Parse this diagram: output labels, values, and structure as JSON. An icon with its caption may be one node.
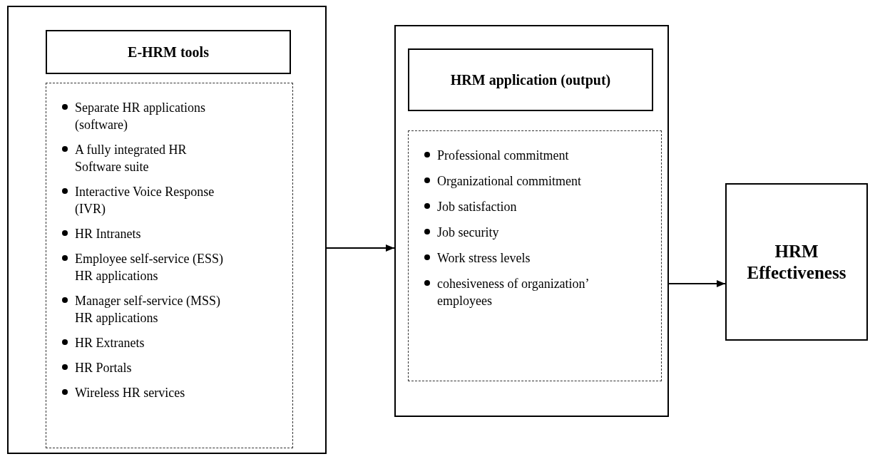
{
  "diagram": {
    "nodes": [
      {
        "text": [],
        "shape": "box"
      },
      {
        "text": [
          "E-HRM tools"
        ],
        "in": 0
      },
      {
        "text": [
          "Separate HR applications (software)",
          "A fully integrated HR Software suite",
          "Interactive Voice Response (IVR)",
          "HR Intranets",
          "Employee self-service (ESS) HR applications",
          "Manager self-service (MSS) HR applications",
          "HR Extranets",
          "HR Portals",
          "Wireless HR services"
        ],
        "in": 0
      },
      {
        "text": [],
        "shape": "box"
      },
      {
        "text": [
          "HRM application (output)"
        ],
        "in": 3
      },
      {
        "text": [
          "Professional commitment",
          "Organizational commitment",
          "Job satisfaction",
          "Job security",
          "Work stress levels",
          "cohesiveness of organization’ employees"
        ],
        "in": 3
      },
      {
        "text": [
          "HRM Effectiveness"
        ]
      }
    ],
    "edges": [
      {
        "from": 0,
        "to": 3,
        "arrow": "to"
      },
      {
        "from": 3,
        "to": 6,
        "arrow": "to"
      }
    ]
  }
}
